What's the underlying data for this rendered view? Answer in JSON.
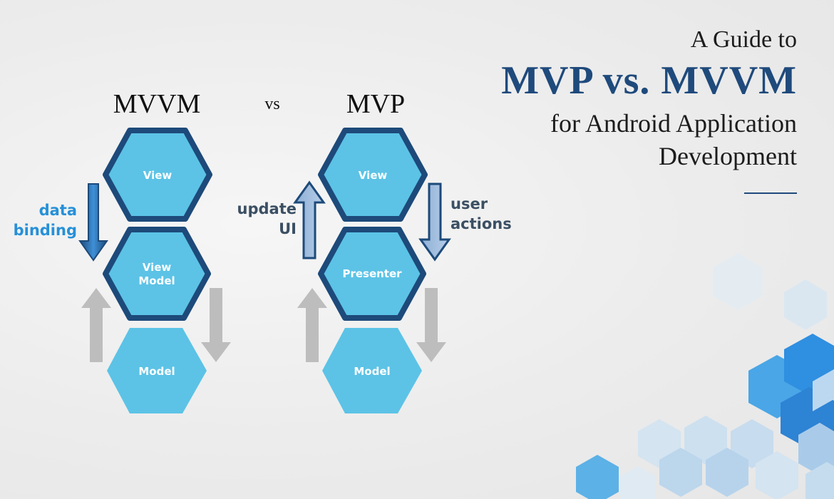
{
  "title": {
    "line1": "A Guide to",
    "main": "MVP vs. MVVM",
    "line3": "for Android Application",
    "line4": "Development"
  },
  "diagram": {
    "mvvm": {
      "heading": "MVVM",
      "view": "View",
      "viewmodel_line1": "View",
      "viewmodel_line2": "Model",
      "model": "Model",
      "arrow_label_line1": "data",
      "arrow_label_line2": "binding"
    },
    "vs": "vs",
    "mvp": {
      "heading": "MVP",
      "view": "View",
      "presenter": "Presenter",
      "model": "Model",
      "left_label_line1": "update",
      "left_label_line2": "UI",
      "right_label_line1": "user",
      "right_label_line2": "actions"
    }
  },
  "colors": {
    "hex_fill": "#5cc3e6",
    "hex_border": "#1d4a7a",
    "arrow_blue": "#2c7fc4",
    "arrow_gray": "#bdbdbd",
    "label_blue": "#2590d8",
    "label_dark": "#3b4f63",
    "title_blue": "#1f4a7c"
  }
}
